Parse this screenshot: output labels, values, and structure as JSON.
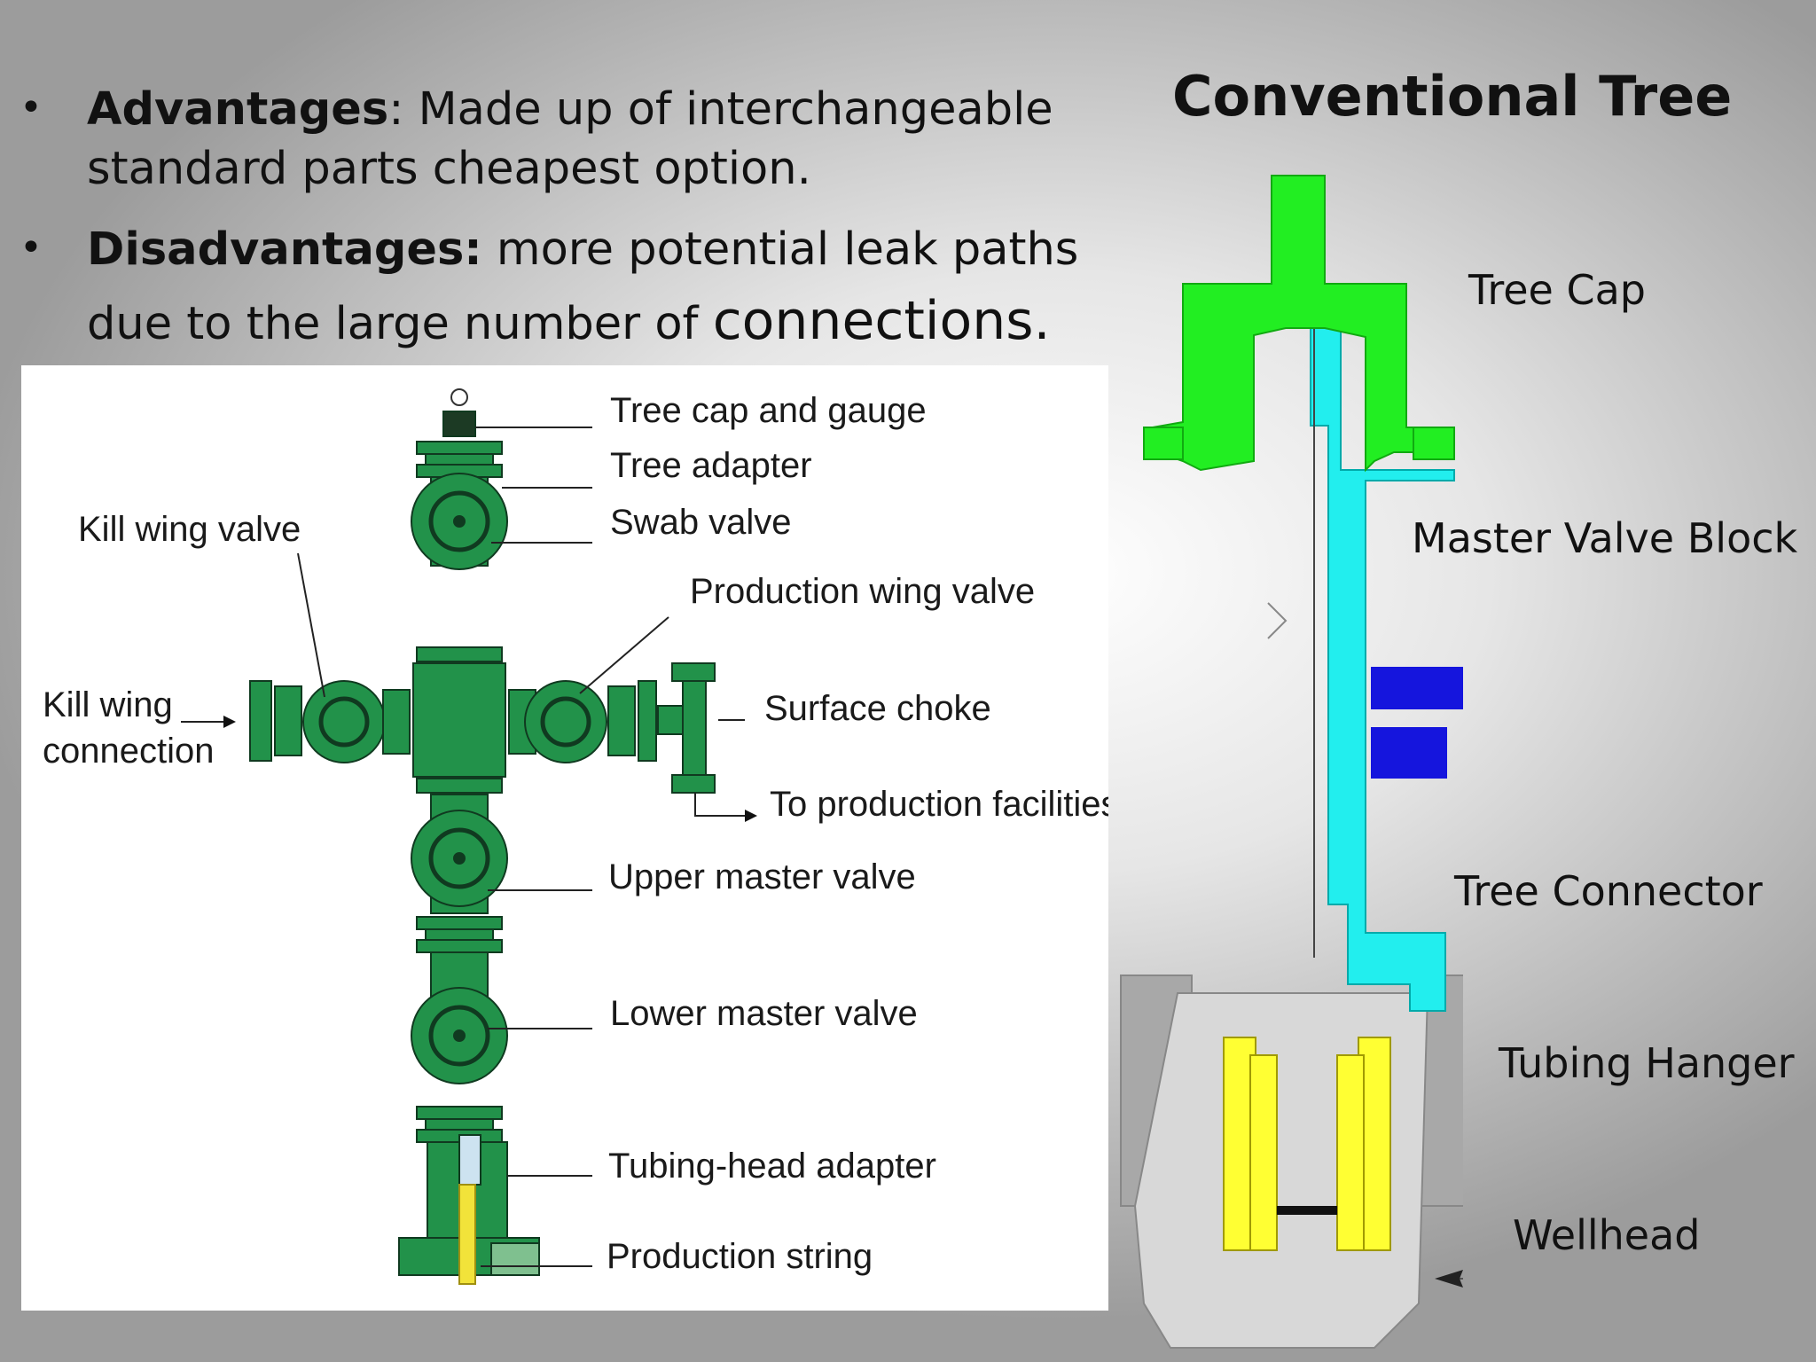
{
  "bullets": [
    {
      "label": "Advantages",
      "sep": ": ",
      "text": "Made up of interchangeable standard parts cheapest option.",
      "big": ""
    },
    {
      "label": "Disadvantages:",
      "sep": " ",
      "text": "more potential leak paths due to the large number of ",
      "big": "connections."
    }
  ],
  "title": "Conventional Tree",
  "left_diagram": {
    "labels": {
      "tree_cap_gauge": "Tree cap and gauge",
      "tree_adapter": "Tree adapter",
      "swab_valve": "Swab valve",
      "kill_wing_valve": "Kill wing valve",
      "production_wing_valve": "Production wing valve",
      "kill_wing_connection_1": "Kill wing",
      "kill_wing_connection_2": "connection",
      "surface_choke": "Surface choke",
      "to_production": "To production facilities",
      "upper_master_valve": "Upper master valve",
      "lower_master_valve": "Lower master valve",
      "tubing_head_adapter": "Tubing-head adapter",
      "production_string": "Production string"
    }
  },
  "right_diagram": {
    "labels": {
      "tree_cap": "Tree Cap",
      "master_valve_block": "Master Valve Block",
      "tree_connector": "Tree Connector",
      "tubing_hanger": "Tubing Hanger",
      "wellhead": "Wellhead"
    },
    "colors": {
      "tree_cap": "#22ee22",
      "valve_block": "#22eeee",
      "valve": "#1010dd",
      "hanger": "#eeee22",
      "wellhead": "#d8d8d8"
    }
  }
}
